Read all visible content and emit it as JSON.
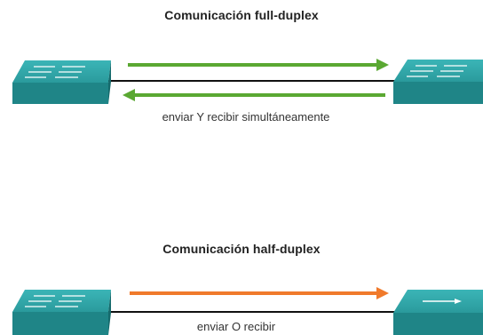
{
  "full_duplex": {
    "title": "Comunicación full-duplex",
    "caption": "enviar Y recibir simultáneamente",
    "arrow_color": "#5aa832"
  },
  "half_duplex": {
    "title": "Comunicación half-duplex",
    "caption": "enviar O recibir",
    "arrow_color": "#f07a2b"
  },
  "colors": {
    "switch_top": "#2fa4a6",
    "switch_front": "#1f8587",
    "switch_side": "#156a6c",
    "link_line": "#111111"
  },
  "icons": {
    "switch": "network-switch-icon",
    "arrow": "arrow-icon"
  }
}
